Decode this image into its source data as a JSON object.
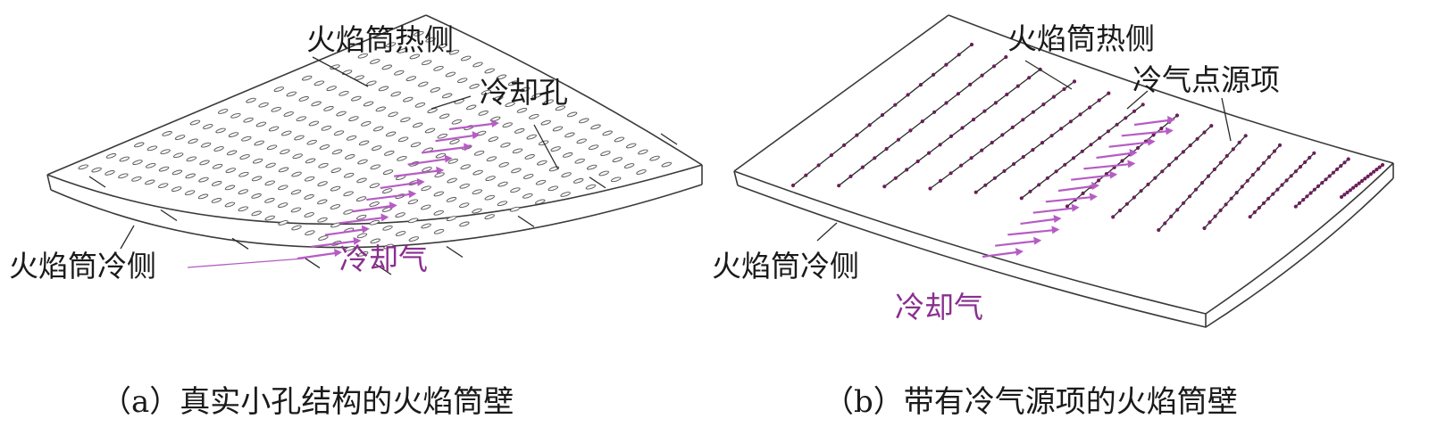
{
  "panel_a": {
    "hot_side_label": "火焰筒热侧",
    "hole_label": "冷却孔",
    "cold_side_label": "火焰筒冷侧",
    "cooling_air_label": "冷却气",
    "caption": "（a）真实小孔结构的火焰筒壁"
  },
  "panel_b": {
    "hot_side_label": "火焰筒热侧",
    "source_label": "冷气点源项",
    "cold_side_label": "火焰筒冷侧",
    "cooling_air_label": "冷却气",
    "caption": "（b）带有冷气源项的火焰筒壁"
  },
  "colors": {
    "cooling_air": "#8a2f8f",
    "arrows": "#b65cc4",
    "source_dots": "#6b1f5a",
    "outline": "#3a3a3a"
  }
}
